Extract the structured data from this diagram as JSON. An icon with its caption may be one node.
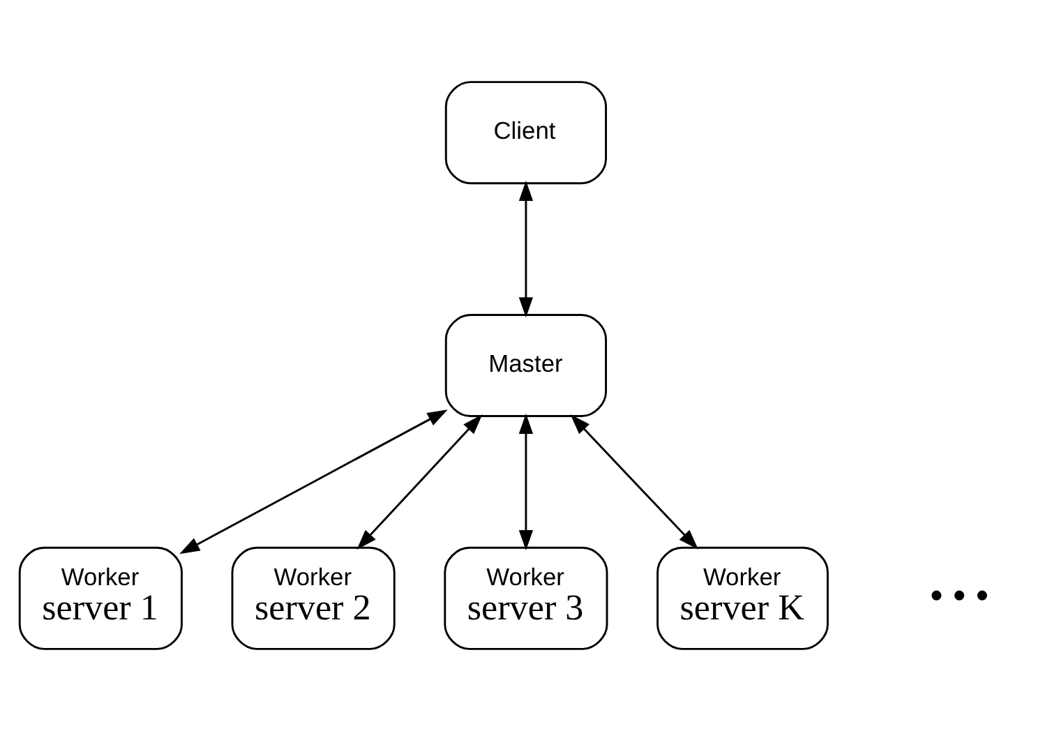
{
  "diagram": {
    "nodes": [
      {
        "text": [
          "Client"
        ]
      },
      {
        "text": [
          "Master"
        ]
      },
      {
        "text": [
          "Worker",
          "server 1"
        ]
      },
      {
        "text": [
          "Worker",
          "server 2"
        ]
      },
      {
        "text": [
          "Worker",
          "server 3"
        ]
      },
      {
        "text": [
          "Worker",
          "server K"
        ]
      }
    ],
    "edges": [
      {
        "from": 0,
        "to": 1,
        "arrow": "both"
      },
      {
        "from": 1,
        "to": 2,
        "arrow": "both"
      },
      {
        "from": 1,
        "to": 3,
        "arrow": "both"
      },
      {
        "from": 1,
        "to": 4,
        "arrow": "both"
      },
      {
        "from": 1,
        "to": 5,
        "arrow": "both"
      }
    ],
    "labels": [
      "• • •"
    ]
  }
}
